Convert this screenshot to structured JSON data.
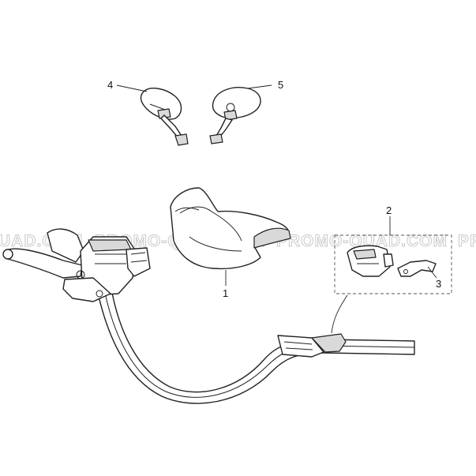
{
  "watermark": {
    "text_1": "UAD.COM",
    "text_2": "PROMO-QUAD.COM",
    "text_3": "PROMO-QUAD.COM",
    "text_4": "PF"
  },
  "callouts": {
    "c1": "1",
    "c2": "2",
    "c3": "3",
    "c4": "4",
    "c5": "5"
  }
}
